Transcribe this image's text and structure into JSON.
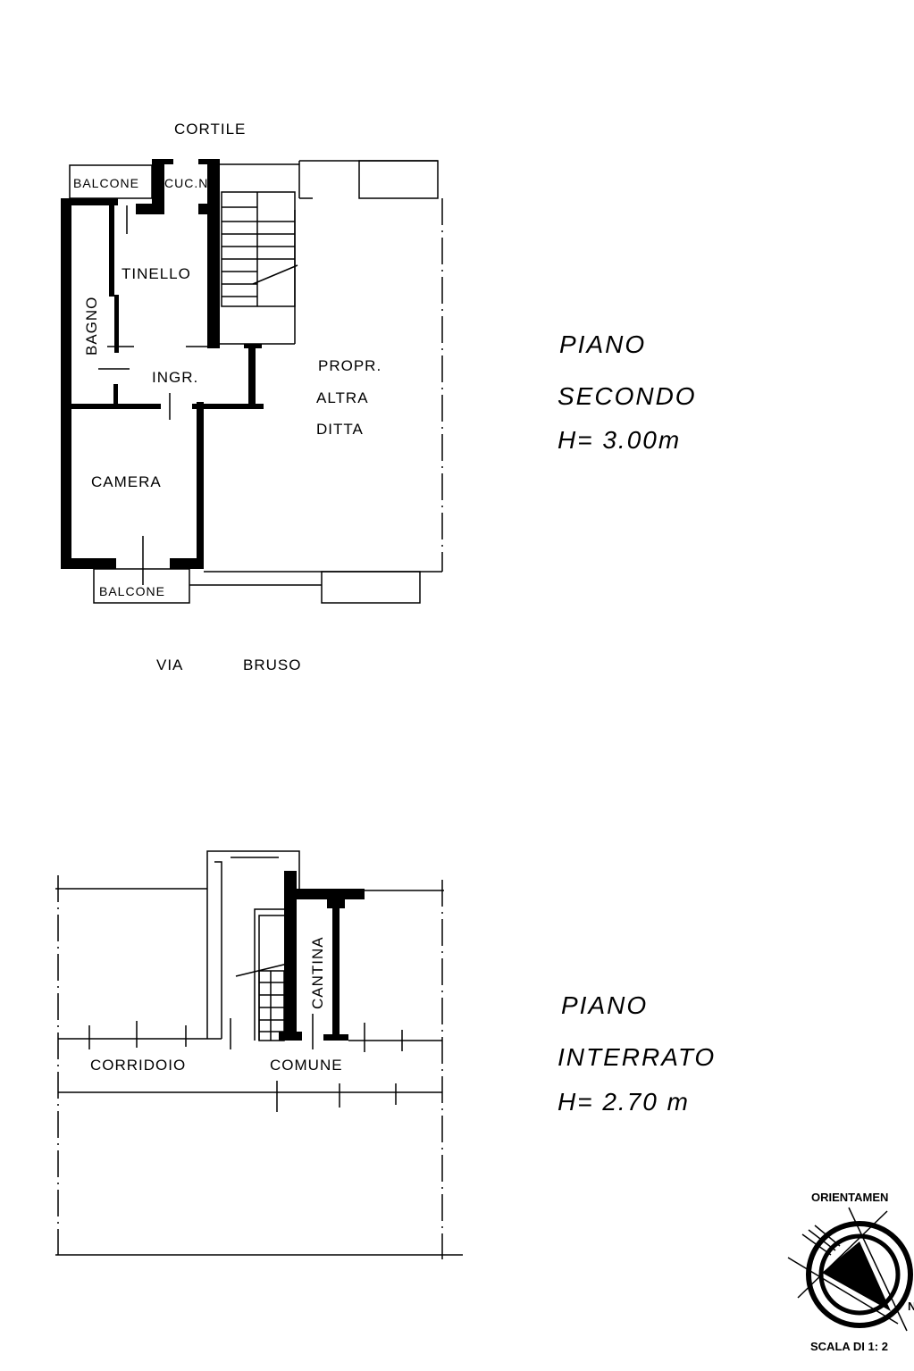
{
  "upper_plan": {
    "labels": {
      "cortile": "CORTILE",
      "balcone_top": "BALCONE",
      "cucina": "CUC.N",
      "tinello": "TINELLO",
      "bagno": "BAGNO",
      "ingresso": "INGR.",
      "camera": "CAMERA",
      "balcone_bottom": "BALCONE",
      "propr": [
        "PROPR.",
        "ALTRA",
        "DITTA"
      ],
      "street": [
        "VIA",
        "BRUSO"
      ]
    },
    "title": [
      "PIANO",
      "SECONDO",
      "H= 3.00m"
    ]
  },
  "lower_plan": {
    "labels": {
      "cantina": "CANTINA",
      "corridoio": "CORRIDOIO",
      "comune": "COMUNE"
    },
    "title": [
      "PIANO",
      "INTERRATO",
      "H= 2.70 m"
    ]
  },
  "legend": {
    "orientation": "ORIENTAMEN",
    "north_letter": "N",
    "scale": "SCALA DI 1: 2"
  }
}
